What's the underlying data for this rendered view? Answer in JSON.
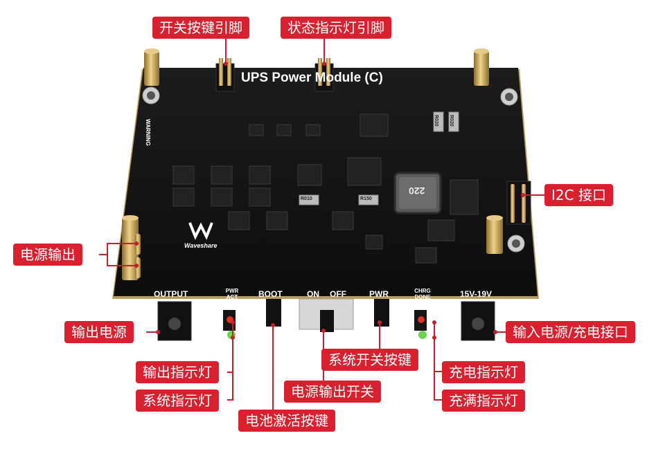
{
  "board": {
    "title": "UPS Power Module (C)",
    "brand": "Waveshare",
    "warning": "WARNING",
    "port_labels": {
      "output": "OUTPUT",
      "pwr_act": "PWR\nACT",
      "boot": "BOOT",
      "on": "ON",
      "off": "OFF",
      "pwr": "PWR",
      "chrg_done": "CHRG\nDONE",
      "input": "15V-19V"
    },
    "inductor_marking": "220",
    "resistor_markings": [
      "R010",
      "R150",
      "R020",
      "R020"
    ]
  },
  "callouts": {
    "switch_key_pin": "开关按键引脚",
    "status_led_pin": "状态指示灯引脚",
    "i2c_port": "I2C 接口",
    "power_output": "电源输出",
    "output_power": "输出电源",
    "input_power": "输入电源/充电接口",
    "system_switch_button": "系统开关按键",
    "output_indicator": "输出指示灯",
    "charge_indicator": "充电指示灯",
    "power_output_switch": "电源输出开关",
    "system_indicator": "系统指示灯",
    "full_charge_indicator": "充满指示灯",
    "battery_activate_button": "电池激活按键"
  },
  "colors": {
    "callout_red": "#d8202f",
    "pcb_black": "#141414",
    "pcb_edge": "#b89a5a",
    "brass": "#c9a45a"
  }
}
